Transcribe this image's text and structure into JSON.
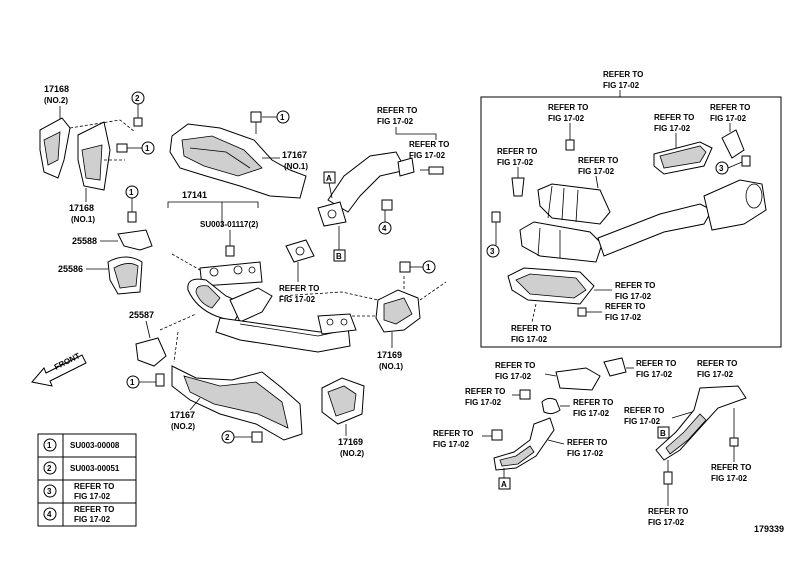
{
  "diagram_id": "179339",
  "front_label": "FRONT",
  "refer": "REFER TO",
  "fig": "FIG 17-02",
  "parts": {
    "p17168_top": "17168",
    "no2": "(NO.2)",
    "p17168_bot": "17168",
    "no1": "(NO.1)",
    "p17167_top": "17167",
    "p17167_top_no": "(NO.1)",
    "p17141": "17141",
    "su_part": "SU003-01117(2)",
    "p25588": "25588",
    "p25586": "25586",
    "p25587": "25587",
    "p17167_bot": "17167",
    "p17167_bot_no": "(NO.2)",
    "p17169_top": "17169",
    "p17169_top_no": "(NO.1)",
    "p17169_bot": "17169",
    "p17169_bot_no": "(NO.2)"
  },
  "markers": {
    "a": "A",
    "b": "B"
  },
  "callouts": {
    "c1": "1",
    "c2": "2",
    "c3": "3",
    "c4": "4"
  },
  "legend": [
    {
      "num": "1",
      "line1": "SU003-00008",
      "line2": ""
    },
    {
      "num": "2",
      "line1": "SU003-00051",
      "line2": ""
    },
    {
      "num": "3",
      "line1": "REFER TO",
      "line2": "FIG 17-02"
    },
    {
      "num": "4",
      "line1": "REFER TO",
      "line2": "FIG 17-02"
    }
  ]
}
